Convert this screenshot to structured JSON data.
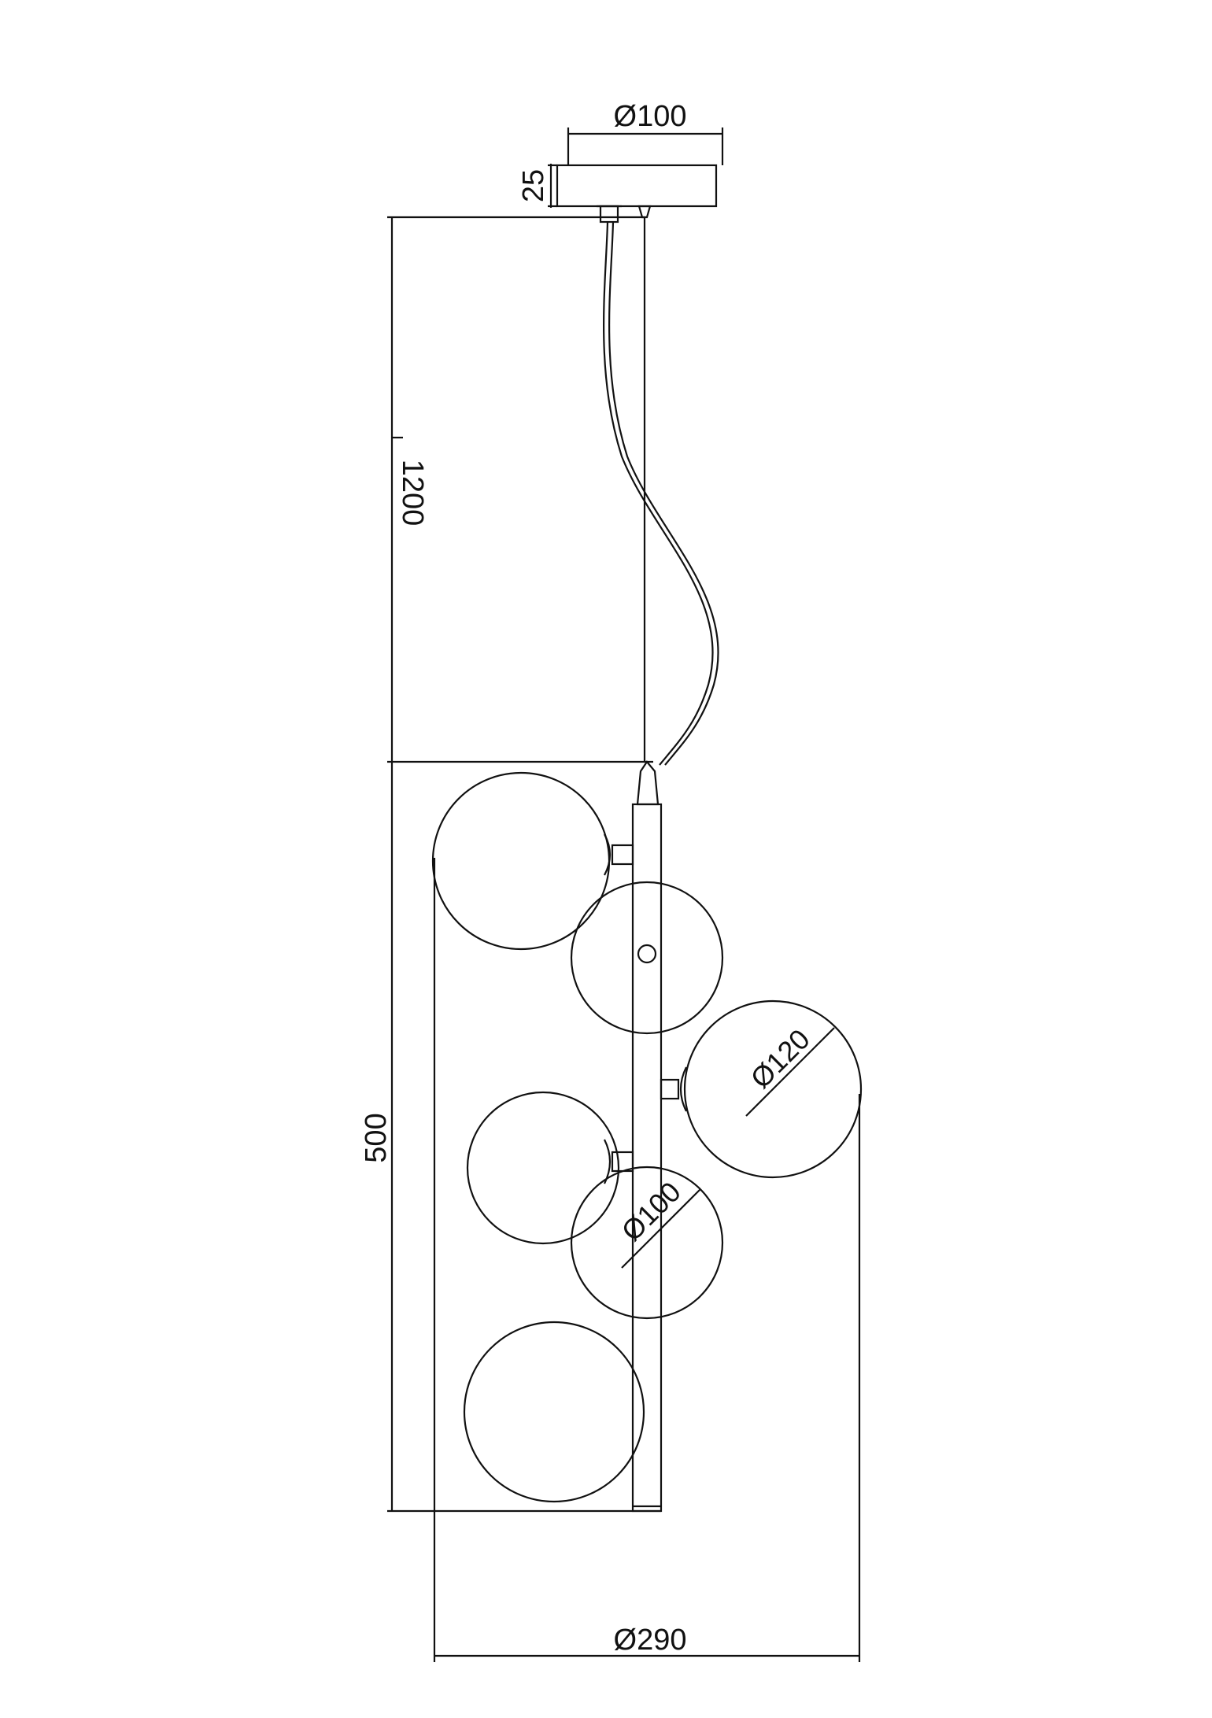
{
  "diagram": {
    "line_color": "#111111",
    "background": "#ffffff",
    "dimensions": {
      "canopy_diameter": "Ø100",
      "canopy_height": "25",
      "suspension_length": "1200",
      "body_height": "500",
      "overall_diameter": "Ø290",
      "large_globe_diameter": "Ø120",
      "small_globe_diameter": "Ø100"
    }
  }
}
